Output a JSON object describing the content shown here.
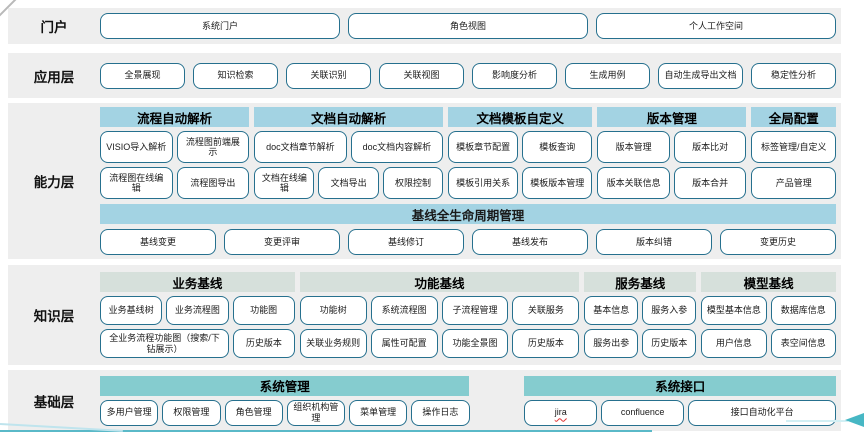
{
  "colors": {
    "band_bg": "#eeeeee",
    "capability_header_bg": "#a3d3e3",
    "knowledge_header_bg": "#d6e0db",
    "foundation_header_bg": "#85cccf",
    "button_border": "#26708e",
    "accent_teal": "#47b7c4",
    "misspell_underline": "#e03131"
  },
  "layers": [
    {
      "id": "portal",
      "label": "门户",
      "type": "row",
      "items": [
        "系统门户",
        "角色视图",
        "个人工作空间"
      ]
    },
    {
      "id": "application",
      "label": "应用层",
      "type": "row",
      "items": [
        "全景展现",
        "知识检索",
        "关联识别",
        "关联视图",
        "影响度分析",
        "生成用例",
        "自动生成导出文档",
        "稳定性分析"
      ]
    },
    {
      "id": "capability",
      "label": "能力层",
      "type": "groups",
      "groups": [
        {
          "title": "流程自动解析",
          "flex": 150,
          "rows": [
            [
              "VISIO导入解析",
              "流程图前端展示"
            ],
            [
              "流程图在线编辑",
              "流程图导出"
            ]
          ]
        },
        {
          "title": "文档自动解析",
          "flex": 190,
          "rows": [
            [
              "doc文档章节解析",
              "doc文档内容解析"
            ],
            [
              "文档在线编辑",
              "文档导出",
              "权限控制"
            ]
          ]
        },
        {
          "title": "文档模板自定义",
          "flex": 145,
          "rows": [
            [
              "模板章节配置",
              "模板查询"
            ],
            [
              "模板引用关系",
              "模板版本管理"
            ]
          ]
        },
        {
          "title": "版本管理",
          "flex": 150,
          "rows": [
            [
              "版本管理",
              "版本比对"
            ],
            [
              "版本关联信息",
              "版本合并"
            ]
          ]
        },
        {
          "title": "全局配置",
          "flex": 85,
          "rows": [
            [
              "标签管理/自定义"
            ],
            [
              "产品管理"
            ]
          ]
        }
      ],
      "baseline": {
        "title": "基线全生命周期管理",
        "items": [
          "基线变更",
          "变更评审",
          "基线修订",
          "基线发布",
          "版本纠错",
          "变更历史"
        ]
      }
    },
    {
      "id": "knowledge",
      "label": "知识层",
      "type": "groups",
      "groups": [
        {
          "title": "业务基线",
          "flex": 195,
          "rows": [
            [
              "业务基线树",
              "业务流程图",
              "功能图"
            ],
            [
              {
                "label": "全业务流程功能图（搜索/下钻展示）",
                "flex": 2.3
              },
              "历史版本"
            ]
          ]
        },
        {
          "title": "功能基线",
          "flex": 280,
          "rows": [
            [
              "功能树",
              "系统流程图",
              "子流程管理",
              "关联服务"
            ],
            [
              "关联业务规则",
              "属性可配置",
              "功能全景图",
              "历史版本"
            ]
          ]
        },
        {
          "title": "服务基线",
          "flex": 112,
          "rows": [
            [
              "基本信息",
              "服务入参"
            ],
            [
              "服务出参",
              "历史版本"
            ]
          ]
        },
        {
          "title": "模型基线",
          "flex": 135,
          "rows": [
            [
              "模型基本信息",
              "数据库信息"
            ],
            [
              "用户信息",
              "表空间信息"
            ]
          ]
        }
      ]
    },
    {
      "id": "foundation",
      "label": "基础层",
      "type": "groups",
      "groups": [
        {
          "title": "系统管理",
          "flex": 370,
          "rows": [
            [
              "多用户管理",
              "权限管理",
              "角色管理",
              "组织机构管理",
              "菜单管理",
              "操作日志"
            ]
          ]
        },
        {
          "title": "系统接口",
          "flex": 312,
          "gap_before": 50,
          "rows": [
            [
              {
                "label": "jira",
                "misspelled": true
              },
              {
                "label": "confluence",
                "flex": 1.17
              },
              {
                "label": "接口自动化平台",
                "flex": 2.2
              }
            ]
          ]
        }
      ]
    }
  ]
}
